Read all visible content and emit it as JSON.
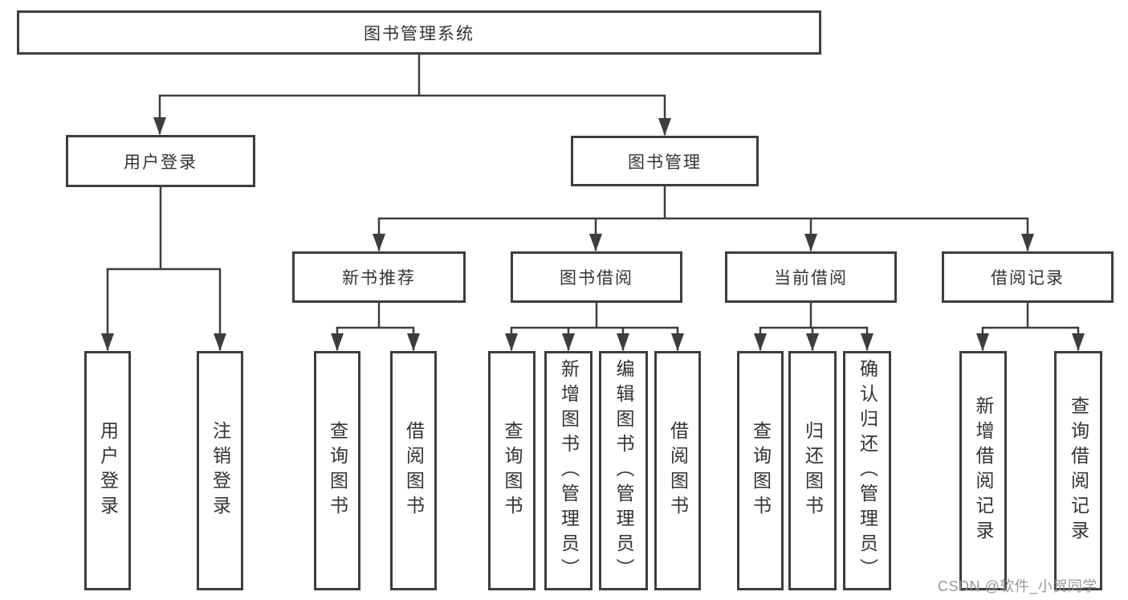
{
  "tree": {
    "root": {
      "label": "图书管理系统"
    },
    "branches": [
      {
        "label": "用户登录",
        "children": [
          {
            "label": "用户登录"
          },
          {
            "label": "注销登录"
          }
        ]
      },
      {
        "label": "图书管理",
        "children": [
          {
            "label": "新书推荐",
            "children": [
              {
                "label": "查询图书"
              },
              {
                "label": "借阅图书"
              }
            ]
          },
          {
            "label": "图书借阅",
            "children": [
              {
                "label": "查询图书"
              },
              {
                "label": "新增图书（管理员）"
              },
              {
                "label": "编辑图书（管理员）"
              },
              {
                "label": "借阅图书"
              }
            ]
          },
          {
            "label": "当前借阅",
            "children": [
              {
                "label": "查询图书"
              },
              {
                "label": "归还图书"
              },
              {
                "label": "确认归还（管理员）"
              }
            ]
          },
          {
            "label": "借阅记录",
            "children": [
              {
                "label": "新增借阅记录"
              },
              {
                "label": "查询借阅记录"
              }
            ]
          }
        ]
      }
    ]
  },
  "watermark": {
    "text": "CSDN @软件_小贺同学"
  },
  "colors": {
    "line": "#3d3d3d",
    "box_border": "#3d3d3d",
    "text": "#333333",
    "watermark": "#8c8c8c",
    "background": "#ffffff"
  }
}
